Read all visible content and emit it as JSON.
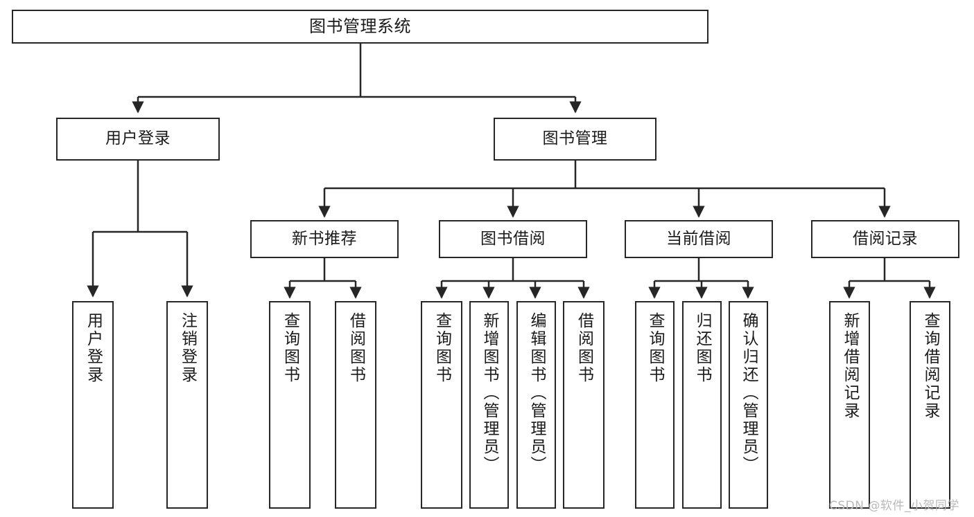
{
  "diagram": {
    "title": "图书管理系统",
    "type": "tree-hierarchy",
    "watermark": "CSDN @软件_小贺同学",
    "colors": {
      "box_border": "#262626",
      "box_fill": "#ffffff",
      "edge": "#262626",
      "text": "#1a1a1a",
      "watermark": "#b9b9b9",
      "background": "#ffffff"
    },
    "nodes": {
      "root": {
        "label": "图书管理系统"
      },
      "level2": [
        {
          "id": "user-login",
          "label": "用户登录"
        },
        {
          "id": "book-manage",
          "label": "图书管理"
        }
      ],
      "level3": [
        {
          "id": "new-book-recommend",
          "label": "新书推荐"
        },
        {
          "id": "book-borrow",
          "label": "图书借阅"
        },
        {
          "id": "current-borrow",
          "label": "当前借阅"
        },
        {
          "id": "borrow-record",
          "label": "借阅记录"
        }
      ],
      "leaves": [
        {
          "id": "leaf-user-login",
          "label": "用户登录",
          "parent": "user-login"
        },
        {
          "id": "leaf-logout",
          "label": "注销登录",
          "parent": "user-login"
        },
        {
          "id": "leaf-query-book-1",
          "label": "查询图书",
          "parent": "new-book-recommend"
        },
        {
          "id": "leaf-borrow-book-1",
          "label": "借阅图书",
          "parent": "new-book-recommend"
        },
        {
          "id": "leaf-query-book-2",
          "label": "查询图书",
          "parent": "book-borrow"
        },
        {
          "id": "leaf-add-book",
          "label": "新增图书（管理员）",
          "parent": "book-borrow"
        },
        {
          "id": "leaf-edit-book",
          "label": "编辑图书（管理员）",
          "parent": "book-borrow"
        },
        {
          "id": "leaf-borrow-book-2",
          "label": "借阅图书",
          "parent": "book-borrow"
        },
        {
          "id": "leaf-query-book-3",
          "label": "查询图书",
          "parent": "current-borrow"
        },
        {
          "id": "leaf-return-book",
          "label": "归还图书",
          "parent": "current-borrow"
        },
        {
          "id": "leaf-confirm-return",
          "label": "确认归还（管理员）",
          "parent": "current-borrow"
        },
        {
          "id": "leaf-add-record",
          "label": "新增借阅记录",
          "parent": "borrow-record"
        },
        {
          "id": "leaf-query-record",
          "label": "查询借阅记录",
          "parent": "borrow-record"
        }
      ]
    }
  }
}
